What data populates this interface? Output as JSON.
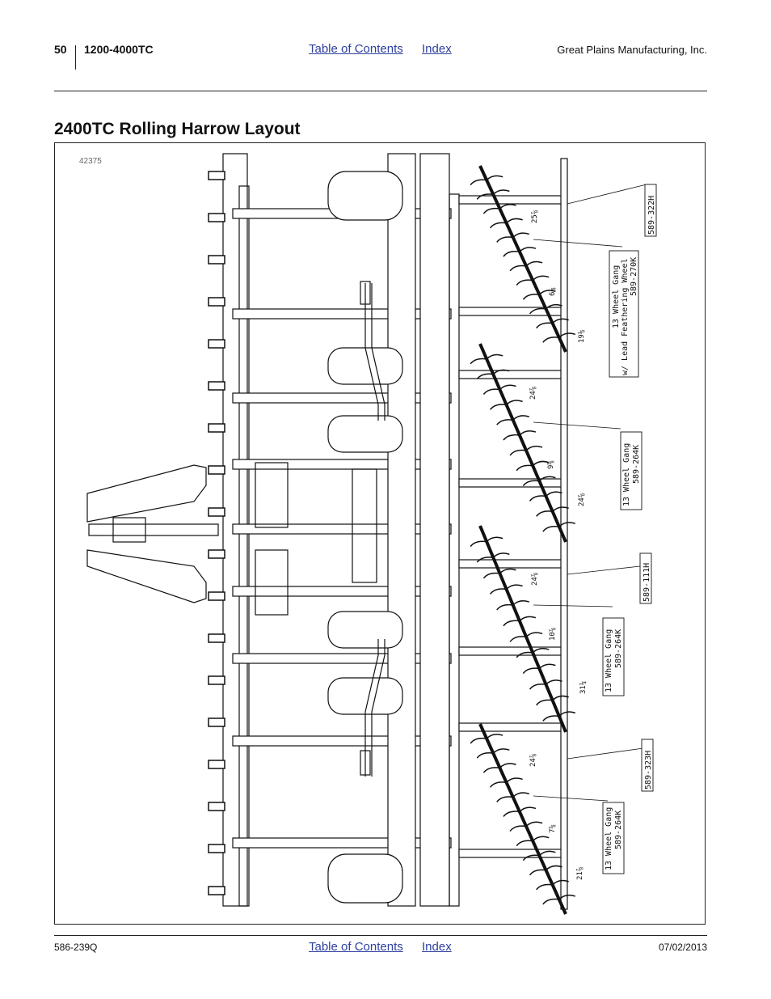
{
  "header": {
    "page_number": "50",
    "doc_title": "1200-4000TC",
    "toc_link": "Table of Contents",
    "index_link": "Index",
    "company": "Great Plains Manufacturing, Inc."
  },
  "section_title": "2400TC Rolling Harrow Layout",
  "figure": {
    "number": "42375",
    "callouts": [
      {
        "id": "c1",
        "text": "589-322H"
      },
      {
        "id": "c2a",
        "text": "13 Wheel Gang"
      },
      {
        "id": "c2b",
        "text": "w/ Lead Feathering Wheel"
      },
      {
        "id": "c2c",
        "text": "589-270K"
      },
      {
        "id": "c3a",
        "text": "13 Wheel Gang"
      },
      {
        "id": "c3b",
        "text": "589-264K"
      },
      {
        "id": "c4",
        "text": "589-111H"
      },
      {
        "id": "c5a",
        "text": "13 Wheel Gang"
      },
      {
        "id": "c5b",
        "text": "589-264K"
      },
      {
        "id": "c6",
        "text": "589-323H"
      },
      {
        "id": "c7a",
        "text": "13 Wheel Gang"
      },
      {
        "id": "c7b",
        "text": "589-264K"
      }
    ],
    "dimensions": [
      "25⅞",
      "6⅛",
      "19⅛",
      "24⅞",
      "9⅝",
      "24⅞",
      "24⅞",
      "10⅞",
      "31¼",
      "24⅞",
      "7⅝",
      "21⅞"
    ]
  },
  "footer": {
    "form_number": "586-239Q",
    "toc_link": "Table of Contents",
    "index_link": "Index",
    "date": "07/02/2013"
  }
}
